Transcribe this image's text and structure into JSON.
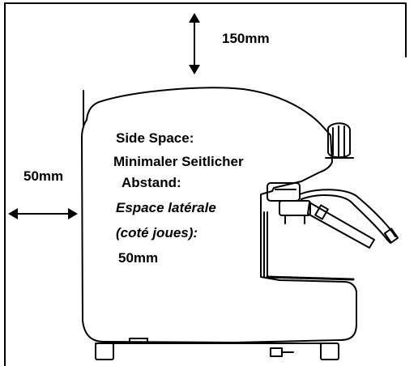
{
  "labels": {
    "top_clearance": "150mm",
    "side_clearance": "50mm",
    "side_space_title": "Side Space:",
    "german_line1": "Minimaler Seitlicher",
    "german_line2": "Abstand:",
    "french_line1": "Espace latérale",
    "french_line2": "(coté joues):",
    "side_value": "50mm"
  }
}
